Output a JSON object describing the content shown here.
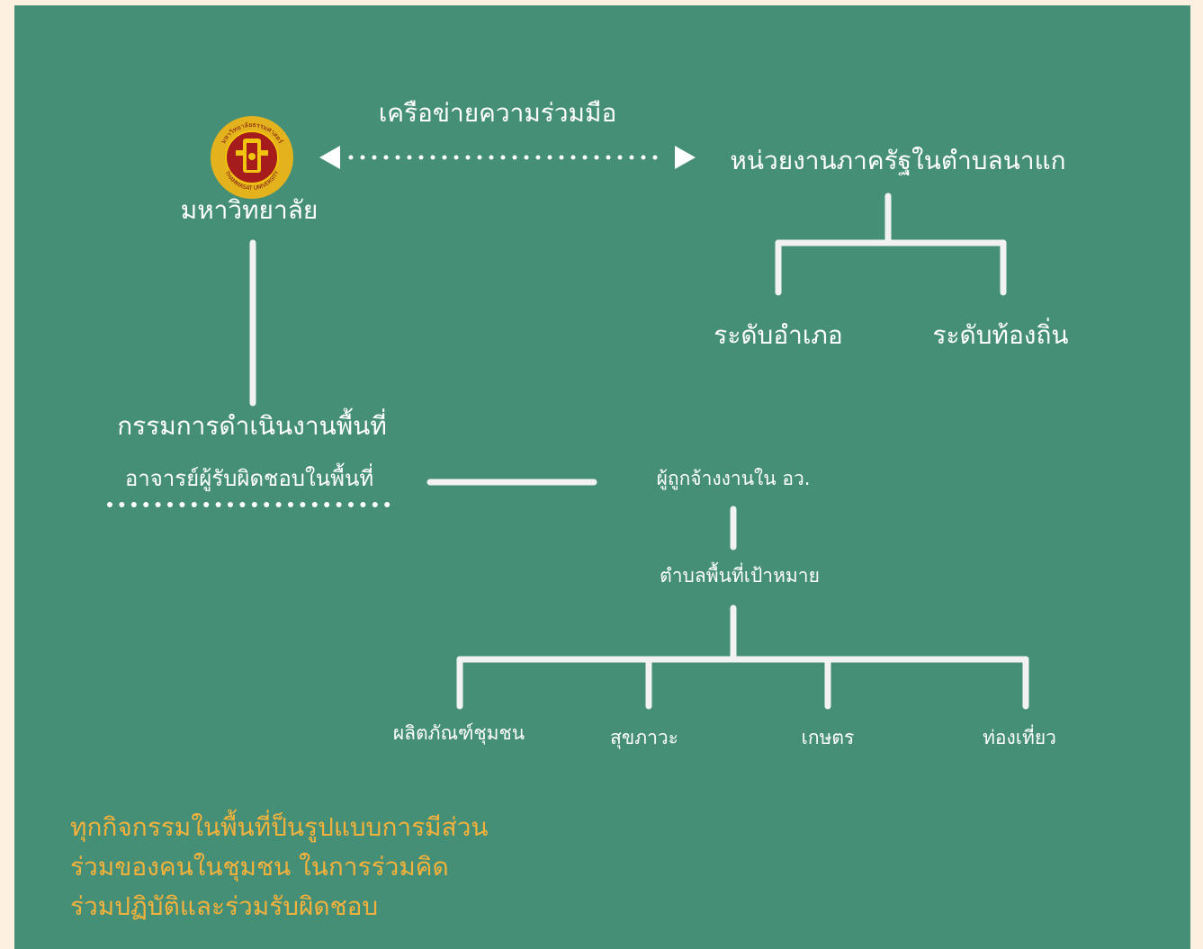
{
  "logo": {
    "text_top": "มหาวิทยาลัยธรรมศาสตร์",
    "text_bottom": "THAMMASAT UNIVERSITY",
    "colors": {
      "ring": "#e3b21c",
      "inner": "#a61c1c",
      "accent": "#f1c40f"
    }
  },
  "network_label": "เครือข่ายความร่วมมือ",
  "nodes": {
    "university": "มหาวิทยาลัย",
    "gov_agency": "หน่วยงานภาครัฐในตำบลนาแก",
    "district_level": "ระดับอำเภอ",
    "local_level": "ระดับท้องถิ่น",
    "committee": "กรรมการดำเนินงานพื้นที่",
    "faculty": "อาจารย์ผู้รับผิดชอบในพื้นที่",
    "employees": "ผู้ถูกจ้างงานใน อว.",
    "target_area": "ตำบลพื้นที่เป้าหมาย"
  },
  "activities": [
    "ผลิตภัณฑ์ชุมชน",
    "สุขภาวะ",
    "เกษตร",
    "ท่องเที่ยว"
  ],
  "note_lines": [
    "ทุกกิจกรรมในพื้นที่ป็นรูปแบบการมีส่วน",
    "ร่วมของคนในชุมชน ในการร่วมคิด",
    "ร่วมปฏิบัติและร่วมรับผิดชอบ"
  ],
  "colors": {
    "background": "#448f76",
    "page": "#fdf0e0",
    "line": "#f2f2f2",
    "text": "#ffffff",
    "note": "#f4b23c"
  }
}
